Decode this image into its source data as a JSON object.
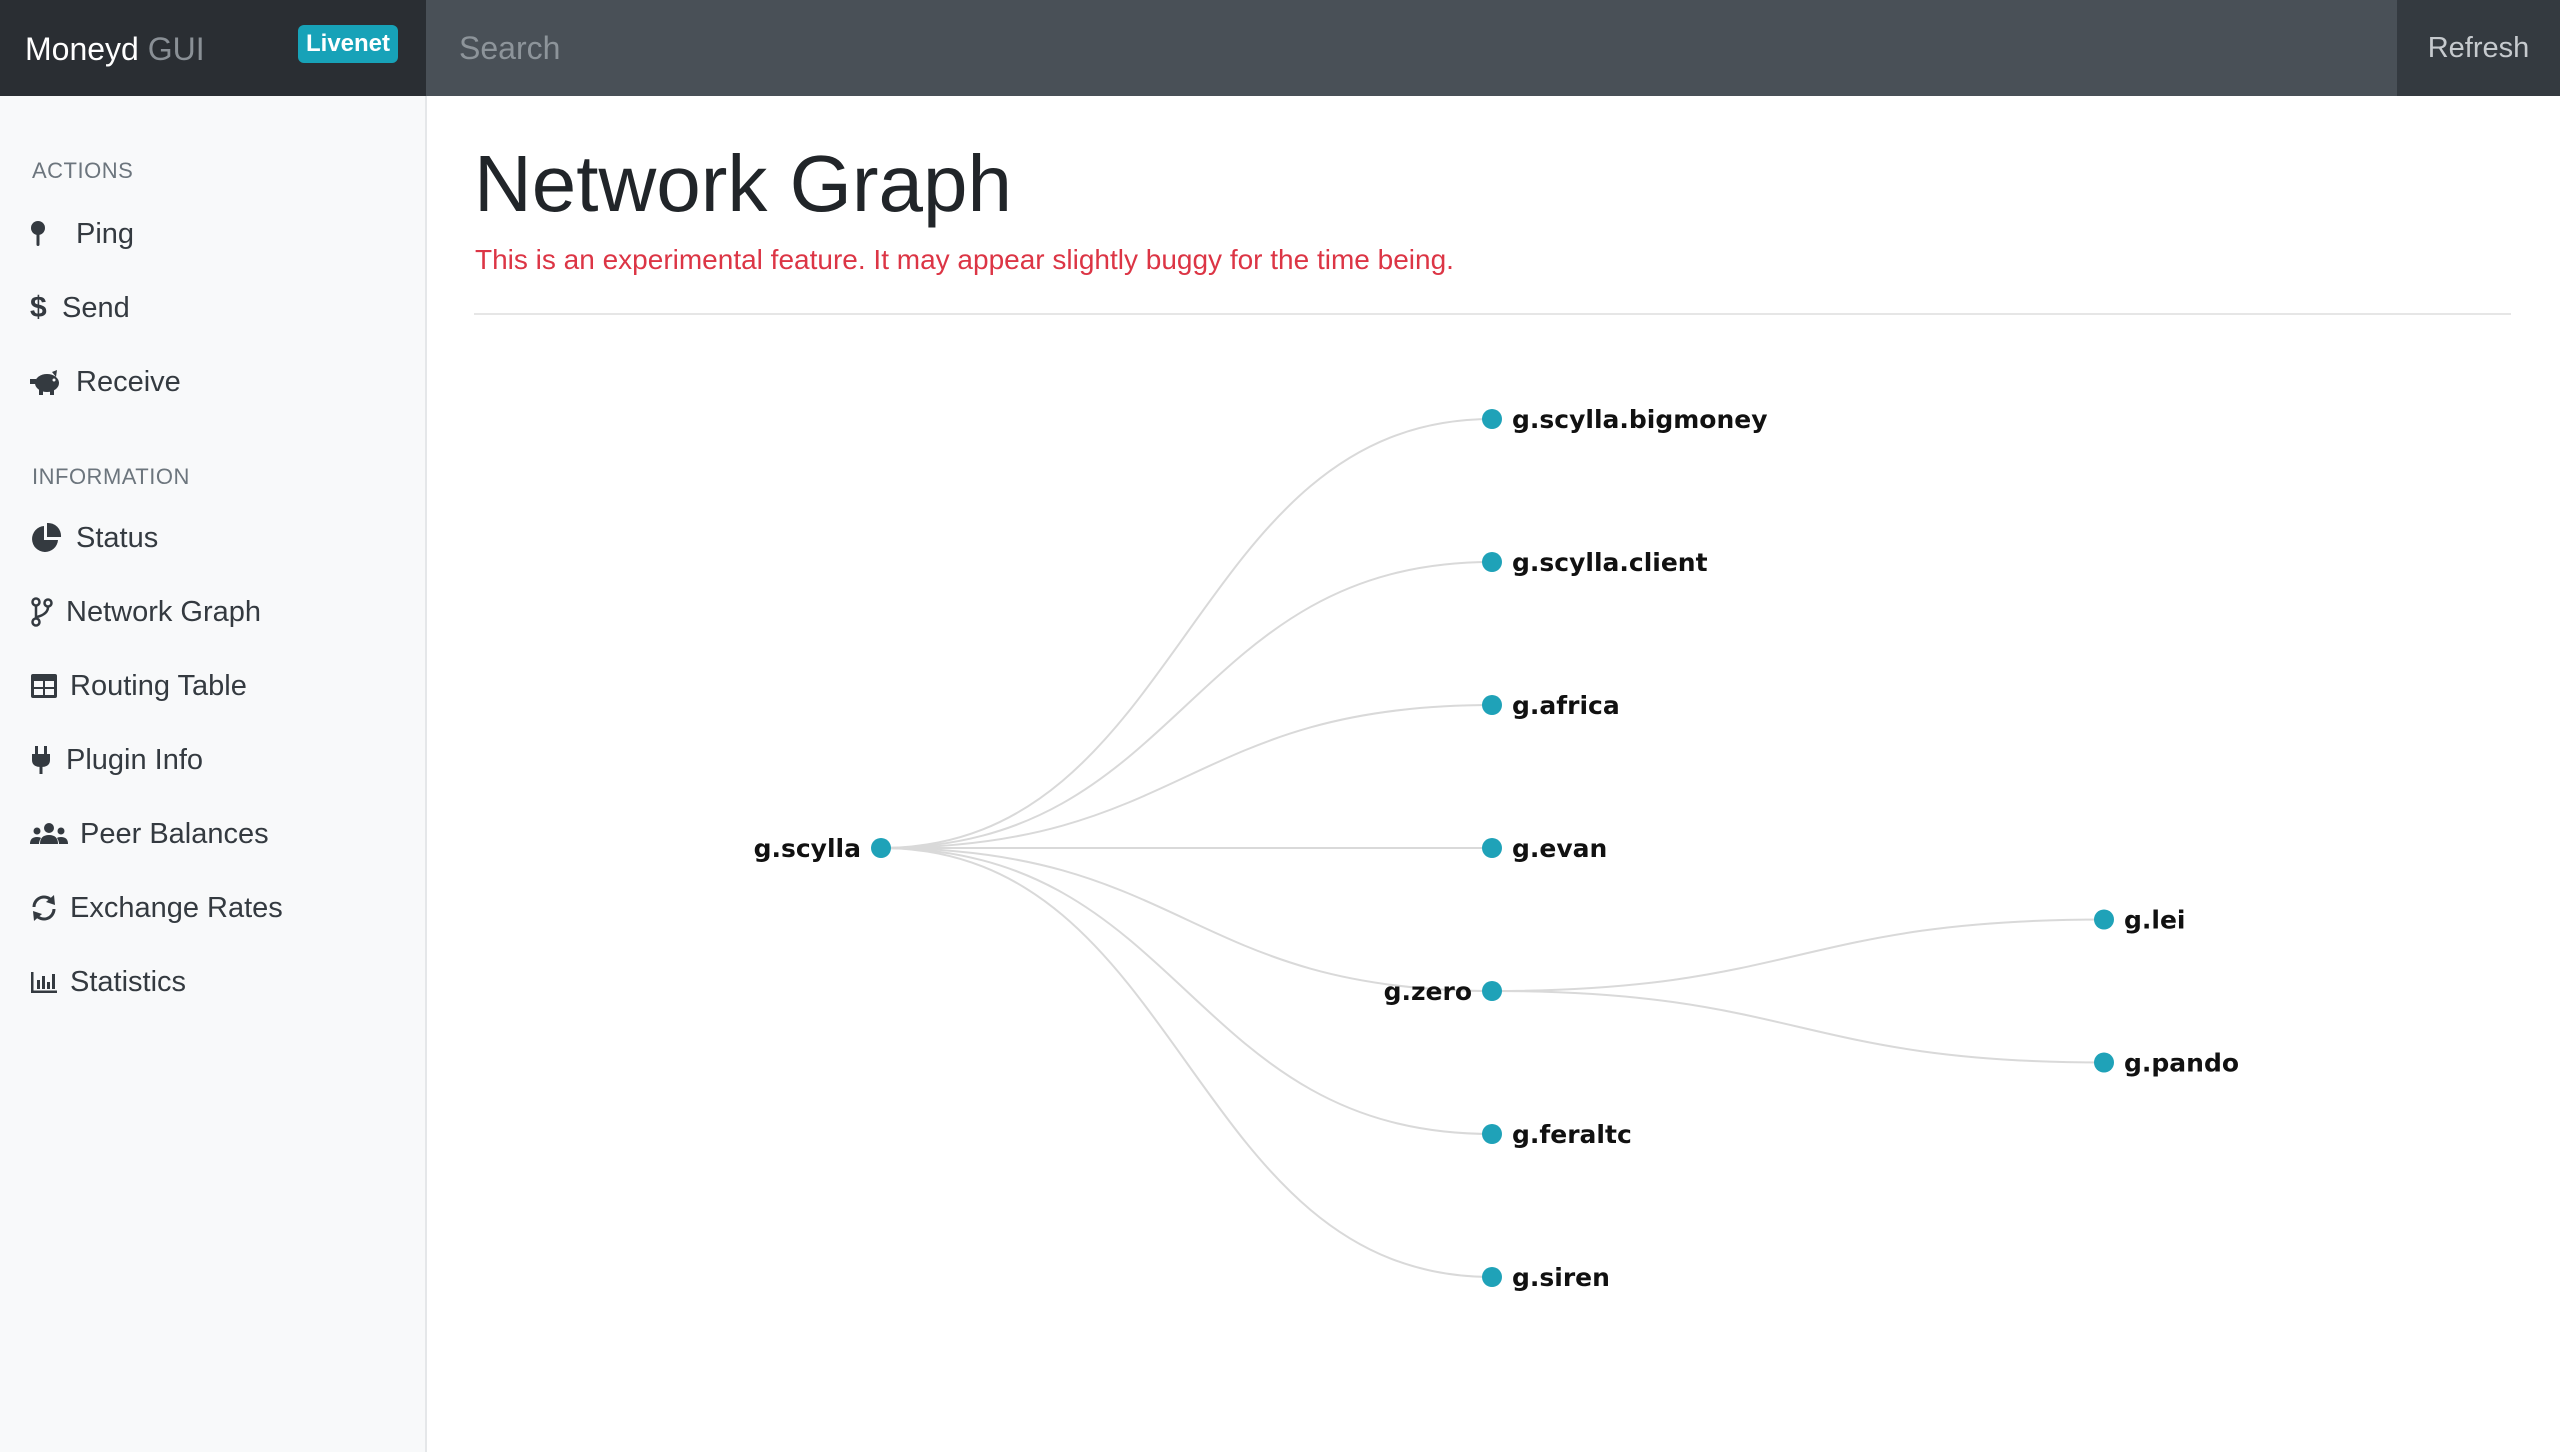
{
  "app": {
    "brand": "Moneyd",
    "brand_suffix": "GUI",
    "network_badge": "Livenet"
  },
  "search": {
    "placeholder": "Search"
  },
  "navbar": {
    "refresh_label": "Refresh"
  },
  "sidebar": {
    "sections": [
      {
        "heading": "ACTIONS",
        "items": [
          {
            "label": "Ping",
            "icon": "map-pin-icon"
          },
          {
            "label": "Send",
            "icon": "dollar-icon"
          },
          {
            "label": "Receive",
            "icon": "piggy-bank-icon"
          }
        ]
      },
      {
        "heading": "INFORMATION",
        "items": [
          {
            "label": "Status",
            "icon": "pie-chart-icon"
          },
          {
            "label": "Network Graph",
            "icon": "code-branch-icon"
          },
          {
            "label": "Routing Table",
            "icon": "table-icon"
          },
          {
            "label": "Plugin Info",
            "icon": "plug-icon"
          },
          {
            "label": "Peer Balances",
            "icon": "users-icon"
          },
          {
            "label": "Exchange Rates",
            "icon": "sync-icon"
          },
          {
            "label": "Statistics",
            "icon": "bar-chart-icon"
          }
        ]
      }
    ]
  },
  "main": {
    "title": "Network Graph",
    "warning": "This is an experimental feature. It may appear slightly buggy for the time being."
  },
  "graph": {
    "root": "g.scylla",
    "children": [
      {
        "name": "g.scylla.bigmoney"
      },
      {
        "name": "g.scylla.client"
      },
      {
        "name": "g.africa"
      },
      {
        "name": "g.evan"
      },
      {
        "name": "g.zero",
        "children": [
          {
            "name": "g.lei"
          },
          {
            "name": "g.pando"
          }
        ]
      },
      {
        "name": "g.feraltc"
      },
      {
        "name": "g.siren"
      }
    ],
    "node_color": "#1fa2b8",
    "link_color": "#d9d9d9"
  }
}
